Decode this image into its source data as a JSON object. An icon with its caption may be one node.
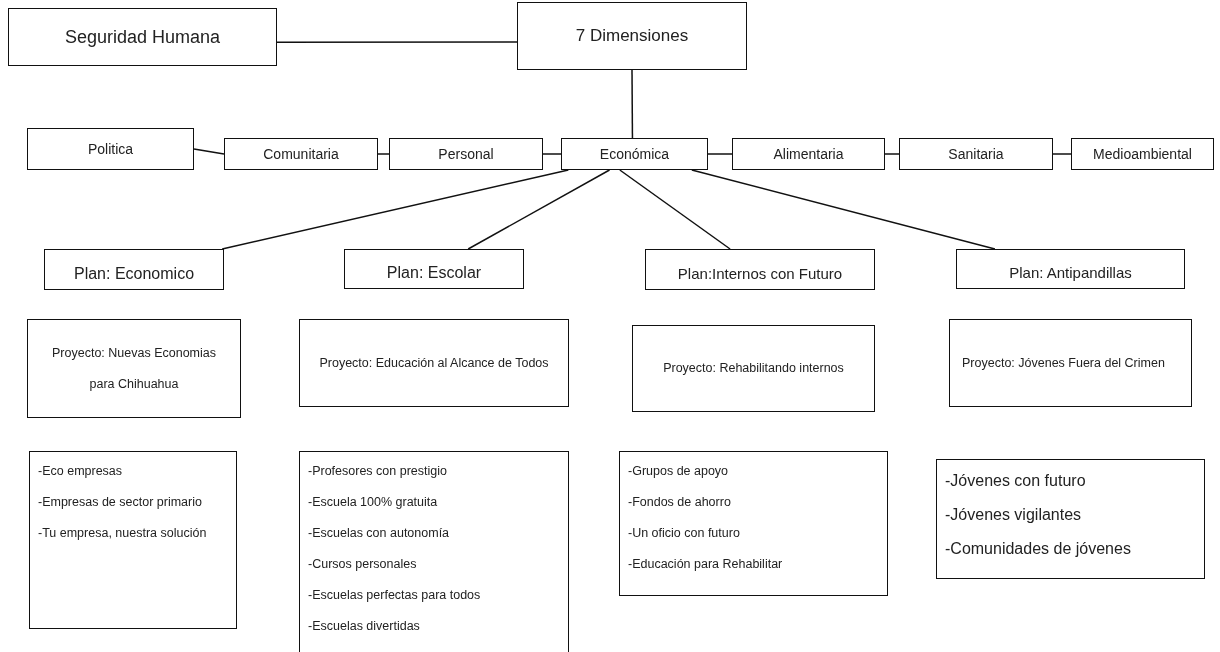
{
  "diagram": {
    "nodes": [
      {
        "text": [
          "Seguridad  Humana"
        ]
      },
      {
        "text": [
          "7 Dimensiones"
        ]
      },
      {
        "text": [
          "Politica"
        ]
      },
      {
        "text": [
          "Comunitaria"
        ]
      },
      {
        "text": [
          "Personal"
        ]
      },
      {
        "text": [
          "Económica"
        ]
      },
      {
        "text": [
          "Alimentaria"
        ]
      },
      {
        "text": [
          "Sanitaria"
        ]
      },
      {
        "text": [
          "Medioambiental"
        ]
      },
      {
        "text": [
          "Plan: Economico"
        ]
      },
      {
        "text": [
          "Plan: Escolar"
        ]
      },
      {
        "text": [
          "Plan:Internos con Futuro"
        ]
      },
      {
        "text": [
          "Plan: Antipandillas"
        ]
      },
      {
        "text": [
          "Proyecto: Nuevas Economias para Chihuahua"
        ]
      },
      {
        "text": [
          "Proyecto: Educación al Alcance de Todos"
        ]
      },
      {
        "text": [
          "Proyecto: Rehabilitando internos"
        ]
      },
      {
        "text": [
          "Proyecto:  Jóvenes  Fuera del Crimen"
        ]
      },
      {
        "text": [
          "-Eco empresas",
          "-Empresas de sector primario",
          "-Tu empresa, nuestra solución"
        ]
      },
      {
        "text": [
          "-Profesores con prestigio",
          "-Escuela 100% gratuita",
          "-Escuelas con autonomía",
          "-Cursos personales",
          "-Escuelas perfectas para todos",
          "-Escuelas divertidas"
        ]
      },
      {
        "text": [
          "-Grupos de apoyo",
          "-Fondos de ahorro",
          "-Un oficio con futuro",
          "-Educación para Rehabilitar"
        ]
      },
      {
        "text": [
          "-Jóvenes con futuro",
          "-Jóvenes vigilantes",
          "-Comunidades de jóvenes"
        ]
      }
    ],
    "edges": [
      {
        "from": 0,
        "to": 1,
        "arrow": "none"
      },
      {
        "from": 1,
        "to": 5,
        "arrow": "none"
      },
      {
        "from": 2,
        "to": 3,
        "arrow": "none"
      },
      {
        "from": 3,
        "to": 4,
        "arrow": "none"
      },
      {
        "from": 4,
        "to": 5,
        "arrow": "none"
      },
      {
        "from": 5,
        "to": 6,
        "arrow": "none"
      },
      {
        "from": 6,
        "to": 7,
        "arrow": "none"
      },
      {
        "from": 7,
        "to": 8,
        "arrow": "none"
      },
      {
        "from": 5,
        "to": 9,
        "arrow": "none"
      },
      {
        "from": 5,
        "to": 10,
        "arrow": "none"
      },
      {
        "from": 5,
        "to": 11,
        "arrow": "none"
      },
      {
        "from": 5,
        "to": 12,
        "arrow": "none"
      }
    ]
  }
}
